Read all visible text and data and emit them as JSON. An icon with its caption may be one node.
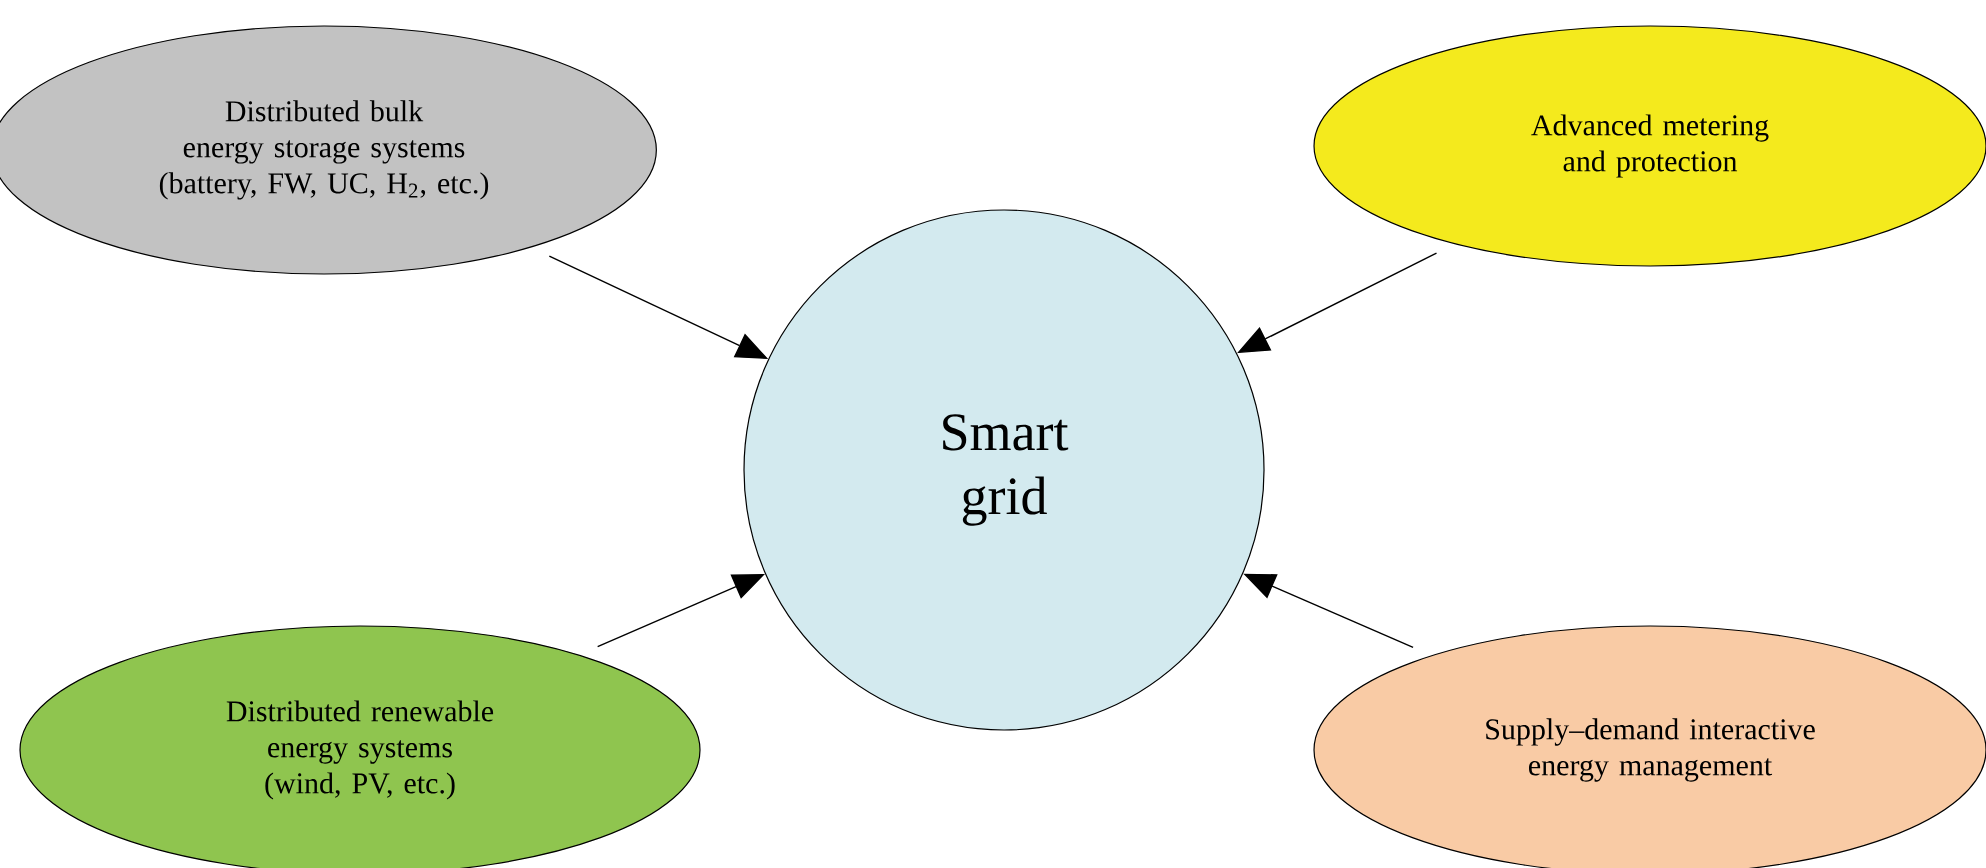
{
  "diagram": {
    "nodes": [
      {
        "text": [
          "Distributed bulk energy storage systems",
          "(battery, FW, UC, H$_{2}$, etc.)"
        ]
      },
      {
        "text": [
          "Advanced metering and protection"
        ]
      },
      {
        "text": [
          "Smart grid"
        ]
      },
      {
        "text": [
          "Distributed renewable energy systems",
          "(wind, PV, etc.)"
        ]
      },
      {
        "text": [
          "Supply–demand interactive energy management"
        ]
      }
    ],
    "edges": [
      {
        "from": 0,
        "to": 2,
        "arrow": "to"
      },
      {
        "from": 1,
        "to": 2,
        "arrow": "to"
      },
      {
        "from": 3,
        "to": 2,
        "arrow": "to"
      },
      {
        "from": 4,
        "to": 2,
        "arrow": "to"
      }
    ]
  }
}
